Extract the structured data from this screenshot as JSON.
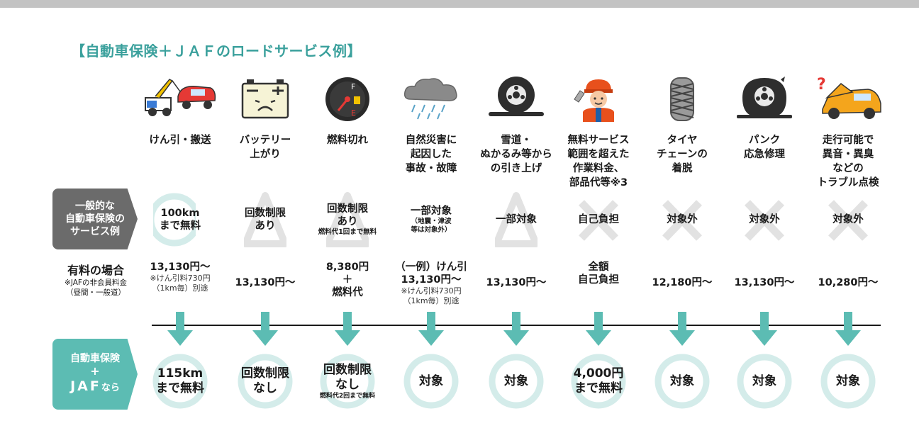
{
  "title": "【自動車保険＋ＪＡＦのロードサービス例】",
  "colors": {
    "accent": "#3aa09c",
    "teal": "#5cbcb3",
    "circle": "#d4ecea",
    "mark": "#e2e2e2",
    "rowhead": "#6b6b6b"
  },
  "row_heads": {
    "general": "一般的な\n自動車保険の\nサービス例",
    "paid_title": "有料の場合",
    "paid_note1": "※JAFの非会員料金",
    "paid_note2": "（昼間・一般道）",
    "jaf_line1": "自動車保険",
    "jaf_plus": "+",
    "jaf_line3": "JAF",
    "jaf_suffix": "なら"
  },
  "columns": [
    {
      "icon": "tow-truck-icon",
      "label": "けん引・搬送",
      "general_mark": "circle",
      "general": "100km\nまで無料",
      "general_small": "",
      "paid": "13,130円〜",
      "paid_small": "※けん引料730円\n（1km毎）別途",
      "jaf": "115km\nまで無料",
      "jaf_small": ""
    },
    {
      "icon": "battery-icon",
      "label": "バッテリー\n上がり",
      "general_mark": "triangle",
      "general": "回数制限\nあり",
      "general_small": "",
      "paid": "13,130円〜",
      "paid_small": "",
      "jaf": "回数制限\nなし",
      "jaf_small": ""
    },
    {
      "icon": "fuel-gauge-icon",
      "label": "燃料切れ",
      "general_mark": "triangle",
      "general": "回数制限\nあり",
      "general_small": "燃料代1回まで無料",
      "paid": "8,380円\n＋\n燃料代",
      "paid_small": "",
      "jaf": "回数制限\nなし",
      "jaf_small": "燃料代2回まで無料"
    },
    {
      "icon": "storm-cloud-icon",
      "label": "自然災害に\n起因した\n事故・故障",
      "general_mark": "none",
      "general": "一部対象",
      "general_small": "（地震・津波\n等は対象外）",
      "paid": "（一例）けん引\n13,130円〜",
      "paid_small": "※けん引料730円\n（1km毎）別途",
      "jaf": "対象",
      "jaf_small": ""
    },
    {
      "icon": "stuck-tire-icon",
      "label": "雪道・\nぬかるみ等から\nの引き上げ",
      "general_mark": "triangle",
      "general": "一部対象",
      "general_small": "",
      "paid": "13,130円〜",
      "paid_small": "",
      "jaf": "対象",
      "jaf_small": ""
    },
    {
      "icon": "mechanic-icon",
      "label": "無料サービス\n範囲を超えた\n作業料金、\n部品代等※3",
      "general_mark": "cross",
      "general": "自己負担",
      "general_small": "",
      "paid": "全額\n自己負担",
      "paid_small": "",
      "jaf": "4,000円\nまで無料",
      "jaf_small": ""
    },
    {
      "icon": "tire-chain-icon",
      "label": "タイヤ\nチェーンの\n着脱",
      "general_mark": "cross",
      "general": "対象外",
      "general_small": "",
      "paid": "12,180円〜",
      "paid_small": "",
      "jaf": "対象",
      "jaf_small": ""
    },
    {
      "icon": "flat-tire-icon",
      "label": "パンク\n応急修理",
      "general_mark": "cross",
      "general": "対象外",
      "general_small": "",
      "paid": "13,130円〜",
      "paid_small": "",
      "jaf": "対象",
      "jaf_small": ""
    },
    {
      "icon": "broken-car-icon",
      "label": "走行可能で\n異音・異臭\nなどの\nトラブル点検",
      "general_mark": "cross",
      "general": "対象外",
      "general_small": "",
      "paid": "10,280円〜",
      "paid_small": "",
      "jaf": "対象",
      "jaf_small": ""
    }
  ]
}
